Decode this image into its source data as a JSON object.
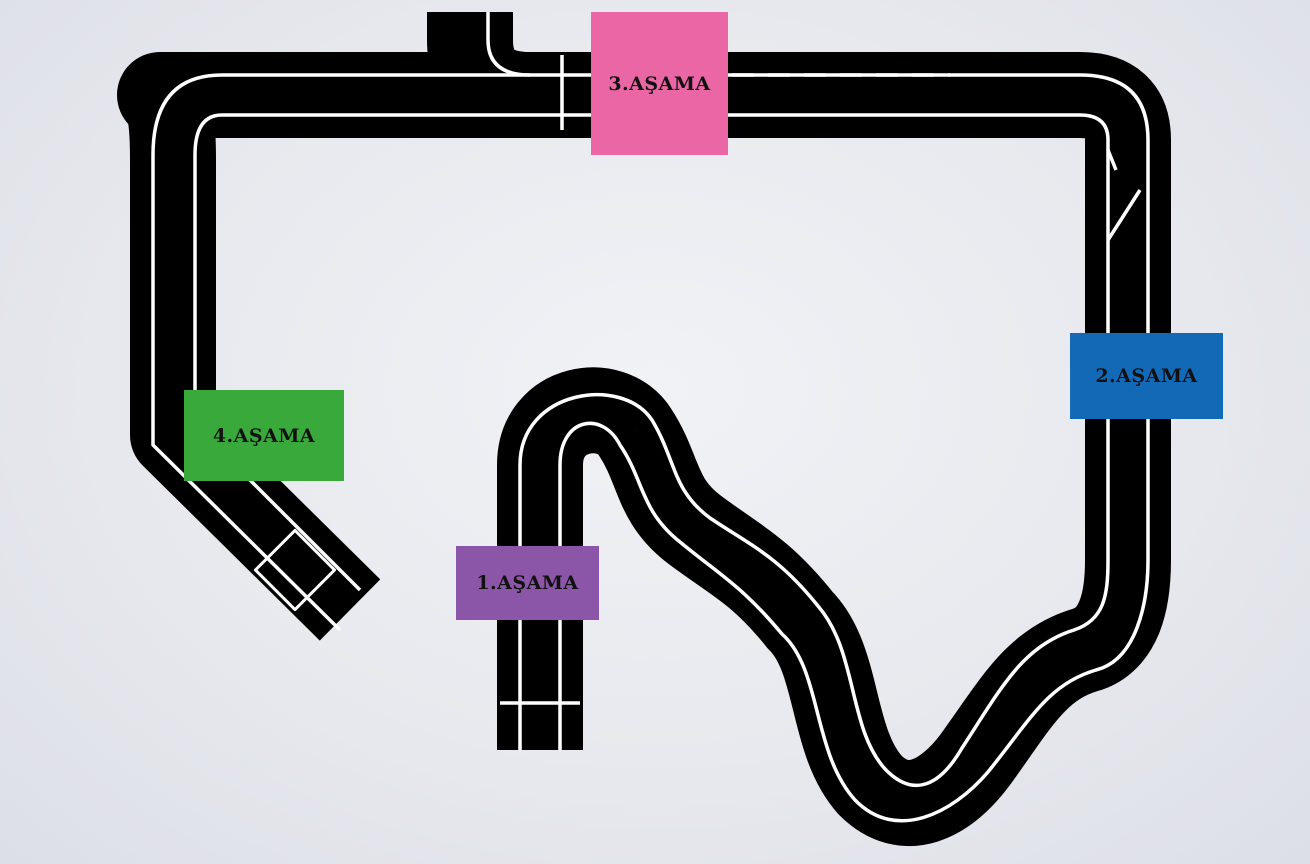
{
  "stages": [
    {
      "label": "1.AŞAMA",
      "color": "#8b55a8"
    },
    {
      "label": "2.AŞAMA",
      "color": "#1269b6"
    },
    {
      "label": "3.AŞAMA",
      "color": "#ea66a4"
    },
    {
      "label": "4.AŞAMA",
      "color": "#3aa93c"
    }
  ],
  "colors": {
    "road": "#000000",
    "lane_line": "#ffffff",
    "background": "#e9ebef"
  }
}
